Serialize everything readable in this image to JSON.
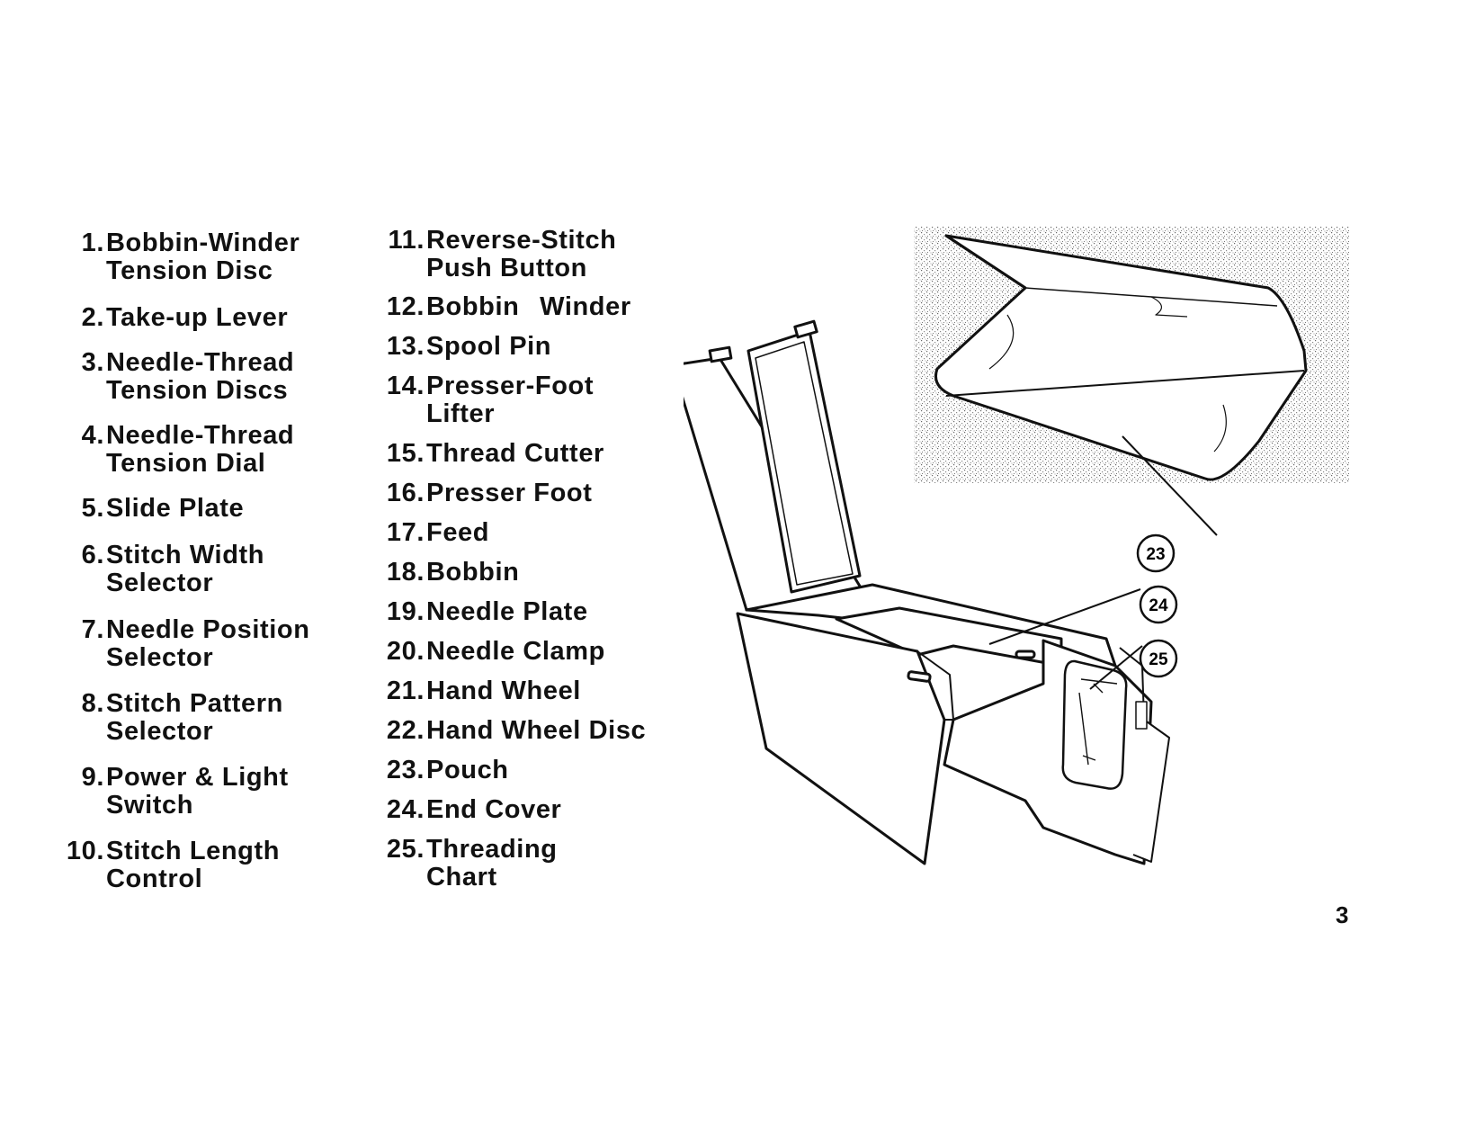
{
  "parts_left": [
    {
      "num": "1.",
      "label": "Bobbin-Winder\nTension Disc"
    },
    {
      "num": "2.",
      "label": "Take-up Lever"
    },
    {
      "num": "3.",
      "label": "Needle-Thread\nTension Discs"
    },
    {
      "num": "4.",
      "label": "Needle-Thread\nTension Dial"
    },
    {
      "num": "5.",
      "label": "Slide Plate"
    },
    {
      "num": "6.",
      "label": "Stitch Width\nSelector"
    },
    {
      "num": "7.",
      "label": "Needle Position\nSelector"
    },
    {
      "num": "8.",
      "label": "Stitch Pattern\nSelector"
    },
    {
      "num": "9.",
      "label": "Power & Light\nSwitch"
    },
    {
      "num": "10.",
      "label": "Stitch Length\nControl"
    }
  ],
  "parts_right": [
    {
      "num": "11.",
      "label": "Reverse-Stitch\nPush Button"
    },
    {
      "num": "12.",
      "label": "Bobbin Winder"
    },
    {
      "num": "13.",
      "label": "Spool Pin"
    },
    {
      "num": "14.",
      "label": "Presser-Foot\nLifter"
    },
    {
      "num": "15.",
      "label": "Thread Cutter"
    },
    {
      "num": "16.",
      "label": "Presser Foot"
    },
    {
      "num": "17.",
      "label": "Feed"
    },
    {
      "num": "18.",
      "label": "Bobbin"
    },
    {
      "num": "19.",
      "label": "Needle Plate"
    },
    {
      "num": "20.",
      "label": "Needle Clamp"
    },
    {
      "num": "21.",
      "label": "Hand Wheel"
    },
    {
      "num": "22.",
      "label": "Hand Wheel Disc"
    },
    {
      "num": "23.",
      "label": "Pouch"
    },
    {
      "num": "24.",
      "label": "End Cover"
    },
    {
      "num": "25.",
      "label": "Threading\nChart"
    }
  ],
  "callouts": [
    "23",
    "24",
    "25"
  ],
  "page_number": "3"
}
